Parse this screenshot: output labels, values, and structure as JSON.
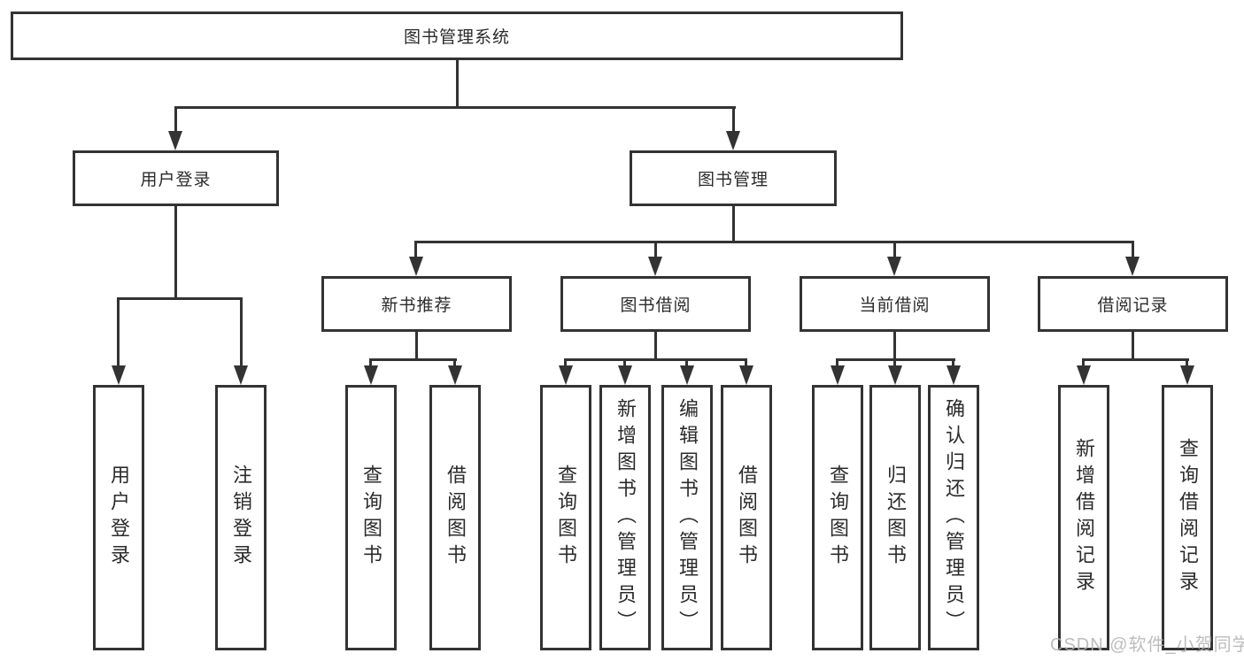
{
  "colors": {
    "line": "#333333",
    "text": "#2b2b2b",
    "watermark": "#b1b1b1"
  },
  "watermark": "CSDN @软件_小贺同学",
  "nodes": {
    "root": "图书管理系统",
    "user_login": "用户登录",
    "book_management": "图书管理",
    "new_book_recommend": "新书推荐",
    "book_borrow": "图书借阅",
    "current_borrow": "当前借阅",
    "borrow_record": "借阅记录",
    "leaf_user_login": "用户登录",
    "leaf_logout": "注销登录",
    "leaf_nbr_query_book": "查询图书",
    "leaf_nbr_borrow_book": "借阅图书",
    "leaf_bb_query_book": "查询图书",
    "leaf_bb_add_book": "新增图书（管理员）",
    "leaf_bb_edit_book": "编辑图书（管理员）",
    "leaf_bb_borrow_book": "借阅图书",
    "leaf_cb_query_book": "查询图书",
    "leaf_cb_return_book": "归还图书",
    "leaf_cb_confirm_return": "确认归还（管理员）",
    "leaf_br_add_record": "新增借阅记录",
    "leaf_br_query_record": "查询借阅记录"
  }
}
